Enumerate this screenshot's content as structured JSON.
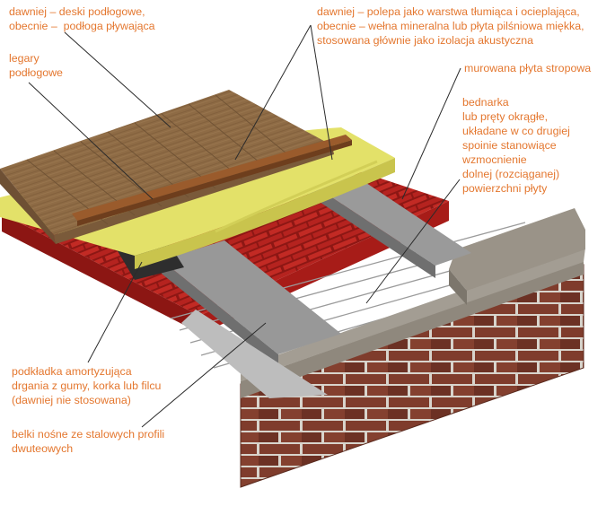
{
  "labels": {
    "floor_boards": "dawniej – deski podłogowe,\nobecnie –  podłoga pływająca",
    "joists": "legary\npodłogowe",
    "insulation": "dawniej – polepa jako warstwa tłumiąca i ocieplająca,\nobecnie – wełna mineralna lub płyta pilśniowa miękka,\nstosowana głównie jako izolacja akustyczna",
    "slab": "murowana płyta stropowa",
    "reinforcement": "bednarka\nlub pręty okrągłe,\nukładane w co drugiej\nspoinie stanowiące\nwzmocnienie\ndolnej (rozciąganej)\npowierzchni płyty",
    "damping_pad": "podkładka amortyzująca\ndrgania z gumy, korka lub filcu\n(dawniej nie stosowana)",
    "beams": "belki nośne ze stalowych profili\ndwuteowych"
  },
  "colors": {
    "label_text": "#e4772f",
    "leader_line": "#2b2b2b",
    "wood": "#8e6a44",
    "wool": "#e2e067",
    "ceramic_brick": "#b8211f",
    "wall_brick": "#7a3a2b",
    "concrete": "#8a8378",
    "steel": "#8c8c8c"
  }
}
